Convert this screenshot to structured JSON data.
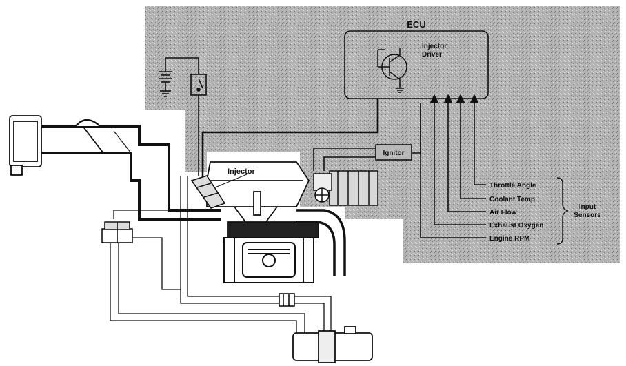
{
  "ecu": {
    "title": "ECU",
    "driver_label_line1": "Injector",
    "driver_label_line2": "Driver"
  },
  "components": {
    "injector": "Injector",
    "igniter": "Ignitor"
  },
  "sensors": {
    "items": [
      "Throttle Angle",
      "Coolant Temp",
      "Air Flow",
      "Exhaust Oxygen",
      "Engine RPM"
    ],
    "group_label_line1": "Input",
    "group_label_line2": "Sensors"
  },
  "colors": {
    "shade": "#a9a9a9",
    "line": "#111111",
    "paper": "#ffffff"
  }
}
